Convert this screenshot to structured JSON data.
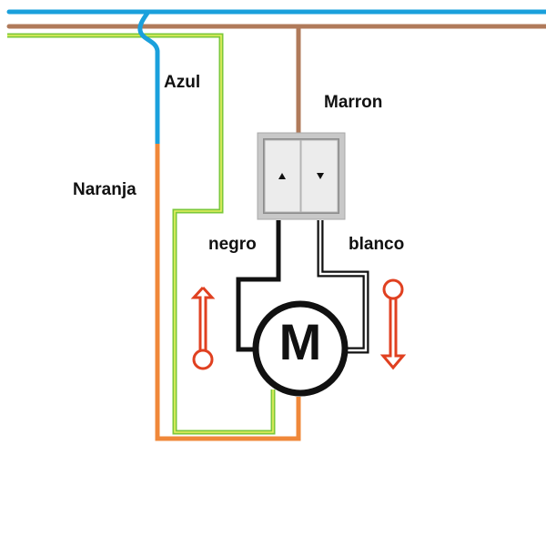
{
  "diagram": {
    "type": "wiring-diagram",
    "subject": "Motor de persiana con interruptor doble (subir/bajar)",
    "labels": {
      "azul": "Azul",
      "marron": "Marron",
      "naranja": "Naranja",
      "negro": "negro",
      "blanco": "blanco",
      "motor": "M"
    },
    "switch": {
      "buttons": [
        {
          "name": "up",
          "glyph": "▲"
        },
        {
          "name": "down",
          "glyph": "▼"
        }
      ]
    },
    "direction_arrows": [
      "up",
      "down"
    ],
    "colors": {
      "blue_wire": "#1aa0dc",
      "brown_wire": "#b07a5a",
      "ground_outer": "#7cc83a",
      "ground_inner": "#e8f060",
      "orange_wire": "#f0883a",
      "black_wire": "#111111",
      "arrow_red": "#e04020"
    }
  }
}
